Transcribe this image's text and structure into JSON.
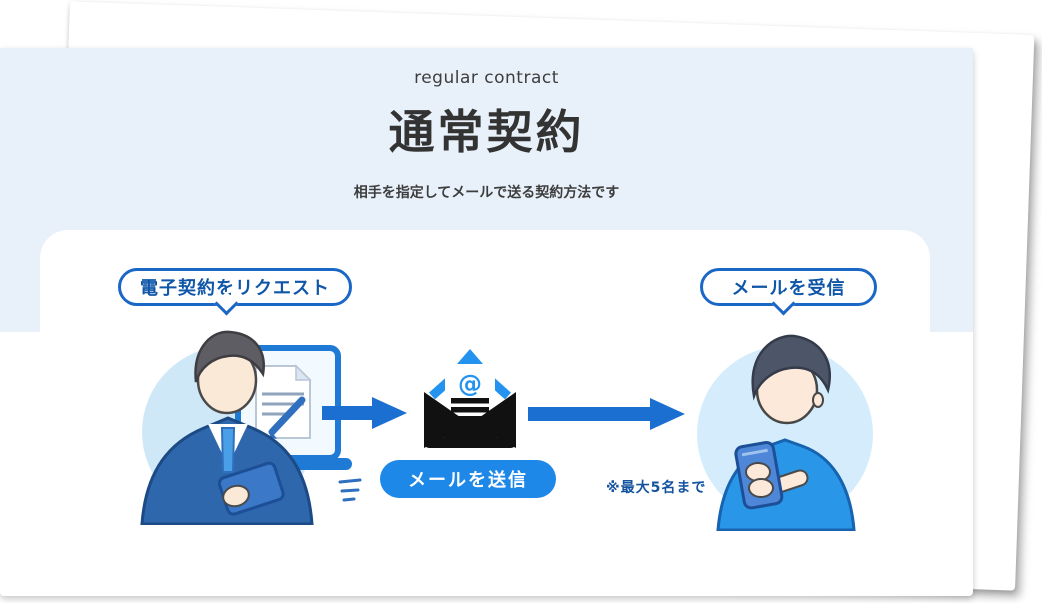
{
  "header": {
    "eyebrow": "regular contract",
    "title": "通常契約",
    "subtitle": "相手を指定してメールで送る契約方法です"
  },
  "flow": {
    "request_bubble": "電子契約をリクエスト",
    "receive_bubble": "メールを受信",
    "send_button": "メールを送信",
    "note": "※最大5名まで",
    "at_symbol": "@"
  },
  "colors": {
    "header_bg": "#e8f1fa",
    "bubble_border": "#1b67c6",
    "bubble_text": "#0f56a8",
    "arrow_blue": "#1b6fd0",
    "send_pill_bg": "#1e88e8",
    "note_text": "#14539f",
    "envelope_flap": "#2493f0",
    "circle_bg": "#cfe8f8"
  }
}
